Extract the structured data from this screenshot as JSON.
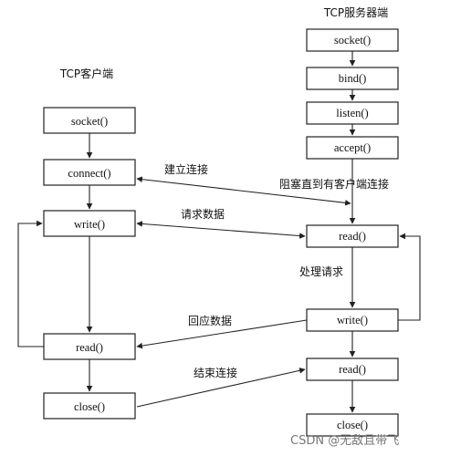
{
  "client": {
    "title": "TCP客户端",
    "nodes": [
      {
        "id": "c_socket",
        "label": "socket()"
      },
      {
        "id": "c_connect",
        "label": "connect()"
      },
      {
        "id": "c_write",
        "label": "write()"
      },
      {
        "id": "c_read",
        "label": "read()"
      },
      {
        "id": "c_close",
        "label": "close()"
      }
    ]
  },
  "server": {
    "title": "TCP服务器端",
    "nodes": [
      {
        "id": "s_socket",
        "label": "socket()"
      },
      {
        "id": "s_bind",
        "label": "bind()"
      },
      {
        "id": "s_listen",
        "label": "listen()"
      },
      {
        "id": "s_accept",
        "label": "accept()"
      },
      {
        "id": "s_read1",
        "label": "read()"
      },
      {
        "id": "s_write",
        "label": "write()"
      },
      {
        "id": "s_read2",
        "label": "read()"
      },
      {
        "id": "s_close",
        "label": "close()"
      }
    ]
  },
  "messages": {
    "connect": "建立连接",
    "wait": "阻塞直到有客户端连接",
    "request": "请求数据",
    "process": "处理请求",
    "response": "回应数据",
    "end": "结束连接"
  },
  "watermark": "CSDN @无敌且带飞"
}
